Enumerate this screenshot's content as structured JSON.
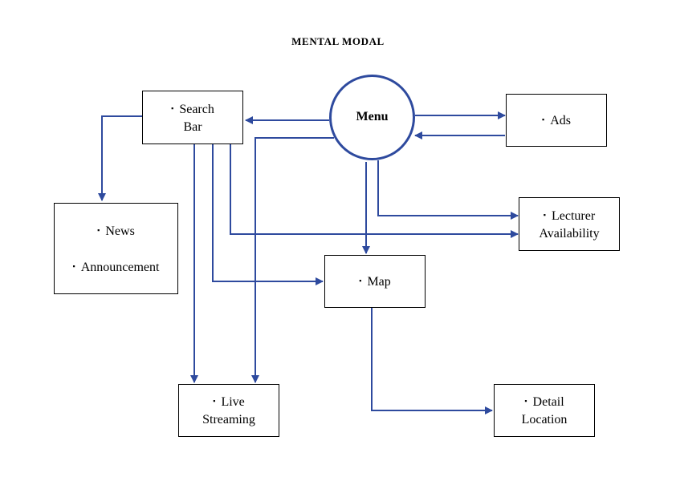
{
  "title": "MENTAL MODAL",
  "accent_color": "#2e4a9e",
  "bullet": "▪",
  "nodes": {
    "menu": {
      "label": "Menu"
    },
    "search_bar": {
      "lines": [
        "Search",
        "Bar"
      ]
    },
    "ads": {
      "lines": [
        "Ads"
      ]
    },
    "news": {
      "lines": [
        "News",
        "Announcement"
      ]
    },
    "lecturer": {
      "lines": [
        "Lecturer",
        "Availability"
      ]
    },
    "map": {
      "lines": [
        "Map"
      ]
    },
    "live": {
      "lines": [
        "Live",
        "Streaming"
      ]
    },
    "detail": {
      "lines": [
        "Detail",
        "Location"
      ]
    }
  }
}
